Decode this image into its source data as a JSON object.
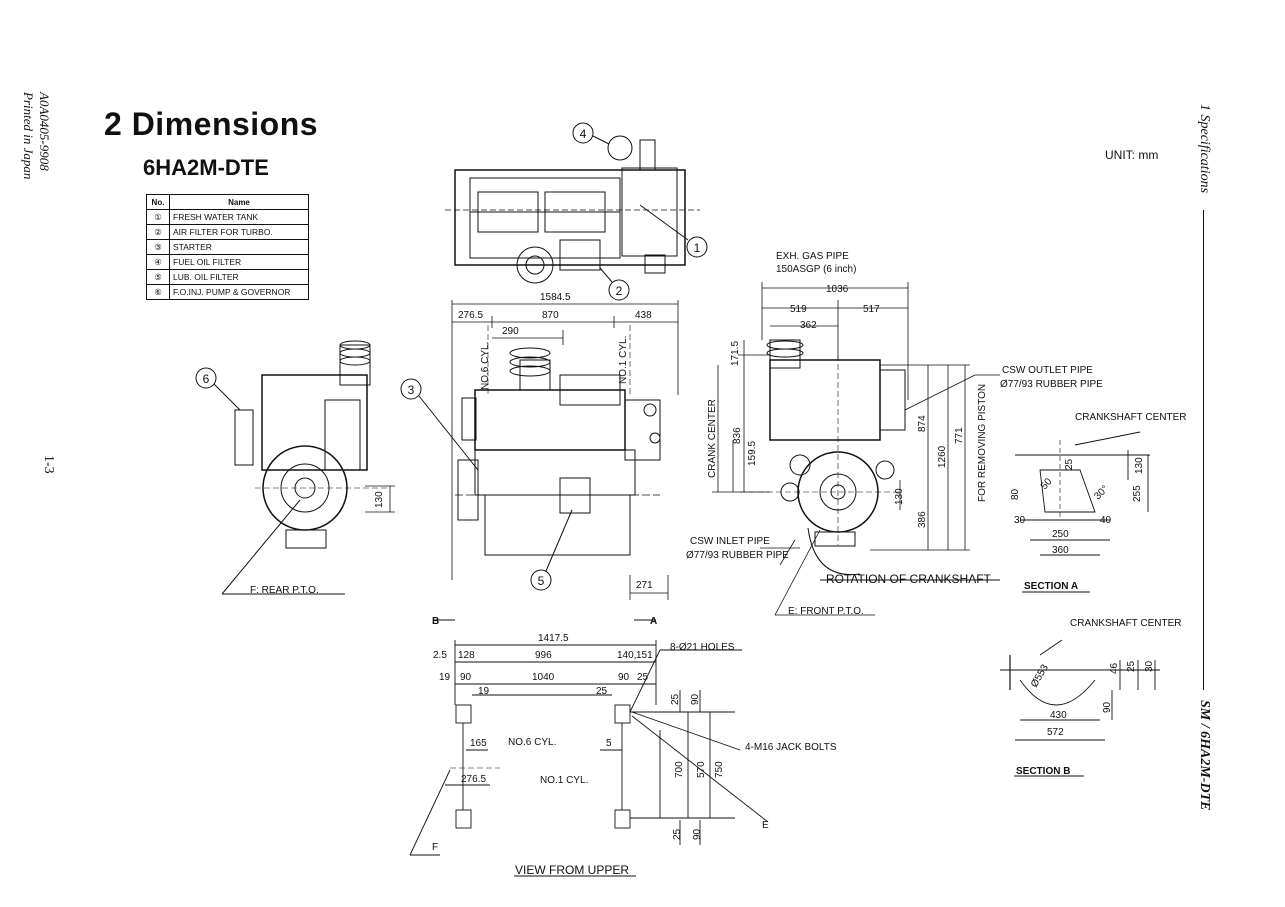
{
  "page": {
    "side_left_line1": "Printed in Japan",
    "side_left_line2": "A0A0405-9908",
    "side_right_top": "1 Specifications",
    "side_right_bottom": "SM / 6HA2M-DTE",
    "page_number": "1-3",
    "section_title": "2 Dimensions",
    "model": "6HA2M-DTE",
    "unit": "UNIT: mm"
  },
  "legend": {
    "header_no": "No.",
    "header_name": "Name",
    "rows": [
      {
        "no": "①",
        "name": "FRESH WATER TANK"
      },
      {
        "no": "②",
        "name": "AIR FILTER FOR TURBO."
      },
      {
        "no": "③",
        "name": "STARTER"
      },
      {
        "no": "④",
        "name": "FUEL OIL FILTER"
      },
      {
        "no": "⑤",
        "name": "LUB. OIL FILTER"
      },
      {
        "no": "⑥",
        "name": "F.O.INJ. PUMP & GOVERNOR"
      }
    ]
  },
  "labels": {
    "exh_gas_pipe": "EXH. GAS PIPE",
    "exh_gas_spec": "150ASGP (6 inch)",
    "csw_outlet": "CSW OUTLET PIPE",
    "csw_outlet_spec": "Ø77/93 RUBBER PIPE",
    "csw_inlet": "CSW INLET PIPE",
    "csw_inlet_spec": "Ø77/93 RUBBER PIPE",
    "crank_center": "CRANK CENTER",
    "crankshaft_center_a": "CRANKSHAFT CENTER",
    "crankshaft_center_b": "CRANKSHAFT CENTER",
    "for_removing_piston": "FOR REMOVING PISTON",
    "rotation": "ROTATION OF CRANKSHAFT",
    "front_pto": "E: FRONT P.T.O.",
    "rear_pto": "F: REAR P.T.O.",
    "section_a": "SECTION A",
    "section_b": "SECTION B",
    "view_from_upper": "VIEW FROM UPPER",
    "no6_cyl_v": "NO.6 CYL.",
    "no1_cyl_v": "NO.1 CYL.",
    "no6_cyl": "NO.6 CYL.",
    "no1_cyl": "NO.1 CYL.",
    "holes": "8-Ø21 HOLES",
    "jack_bolts": "4-M16 JACK BOLTS",
    "b_mark": "B",
    "a_mark": "A",
    "e_mark": "E",
    "f_mark": "F"
  },
  "callouts": [
    "1",
    "2",
    "3",
    "4",
    "5",
    "6"
  ],
  "dims": {
    "d1584": "1584.5",
    "d276_5": "276.5",
    "d870": "870",
    "d438": "438",
    "d290": "290",
    "d1036": "1036",
    "d519": "519",
    "d517": "517",
    "d362": "362",
    "d171_5": "171.5",
    "d836": "836",
    "d159_5": "159.5",
    "d874": "874",
    "d771": "771",
    "d1260": "1260",
    "d386": "386",
    "d130_side": "130",
    "d130_front": "130",
    "d271": "271",
    "a25": "25",
    "a130": "130",
    "a80": "80",
    "a50": "50",
    "a30deg": "30°",
    "a255": "255",
    "a30": "30",
    "a250": "250",
    "a40": "40",
    "a360": "360",
    "b553": "Ø553",
    "b46": "46",
    "b25": "25",
    "b30": "30",
    "b90": "90",
    "b430": "430",
    "b572": "572",
    "p1417": "1417.5",
    "p2_5": "2.5",
    "p128": "128",
    "p996": "996",
    "p140": "140,",
    "p151": "151",
    "p19a": "19",
    "p90a": "90",
    "p1040": "1040",
    "p90b": "90",
    "p25a": "25",
    "p19b": "19",
    "p25b": "25",
    "p25c": "25",
    "p90c": "90",
    "p165": "165",
    "p5": "5",
    "p276_5": "276.5",
    "p700": "700",
    "p570": "570",
    "p750": "750",
    "p25d": "25",
    "p90d": "90"
  }
}
